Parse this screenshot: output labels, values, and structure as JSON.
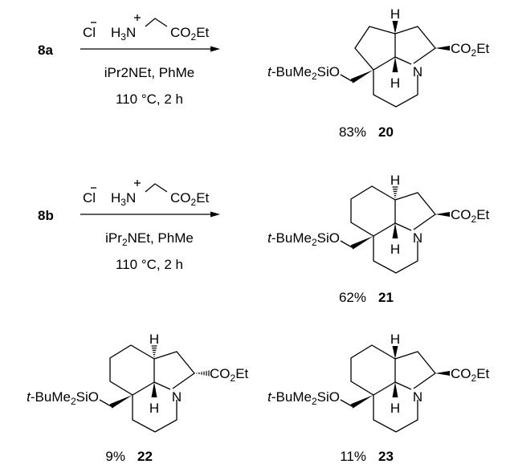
{
  "reactions": [
    {
      "substrate": "8a",
      "reagent": {
        "counterion": "Cl",
        "amine_h": "H",
        "amine_h_count": "3",
        "amine_n": "N",
        "ester_a": "CO",
        "ester_sub": "2",
        "ester_b": "Et"
      },
      "conditions_line1": {
        "pre": "iPr2NEt, PhMe",
        "sub": "",
        "post": ""
      },
      "conditions_line2": "110 °C, 2 h"
    },
    {
      "substrate": "8b",
      "reagent": {
        "counterion": "Cl",
        "amine_h": "H",
        "amine_h_count": "3",
        "amine_n": "N",
        "ester_a": "CO",
        "ester_sub": "2",
        "ester_b": "Et"
      },
      "conditions_line1": {
        "pre": "iPr",
        "sub": "2",
        "post": "NEt, PhMe"
      },
      "conditions_line2": "110 °C, 2 h"
    }
  ],
  "products": [
    {
      "id": "20",
      "yield": "83%",
      "top_ring": 5,
      "h3a": "wedge",
      "c2": "wedge"
    },
    {
      "id": "21",
      "yield": "62%",
      "top_ring": 6,
      "h3a": "hash",
      "c2": "wedge"
    },
    {
      "id": "22",
      "yield": "9%",
      "top_ring": 6,
      "h3a": "hash",
      "c2": "hash"
    },
    {
      "id": "23",
      "yield": "11%",
      "top_ring": 6,
      "h3a": "wedge",
      "c2": "wedge"
    }
  ],
  "labels": {
    "silyl_pre": "t",
    "silyl_mid": "-BuMe",
    "silyl_sub": "2",
    "silyl_post": "SiO",
    "ester_a": "CO",
    "ester_sub": "2",
    "ester_b": "Et",
    "hydrogen": "H",
    "nitrogen": "N"
  }
}
